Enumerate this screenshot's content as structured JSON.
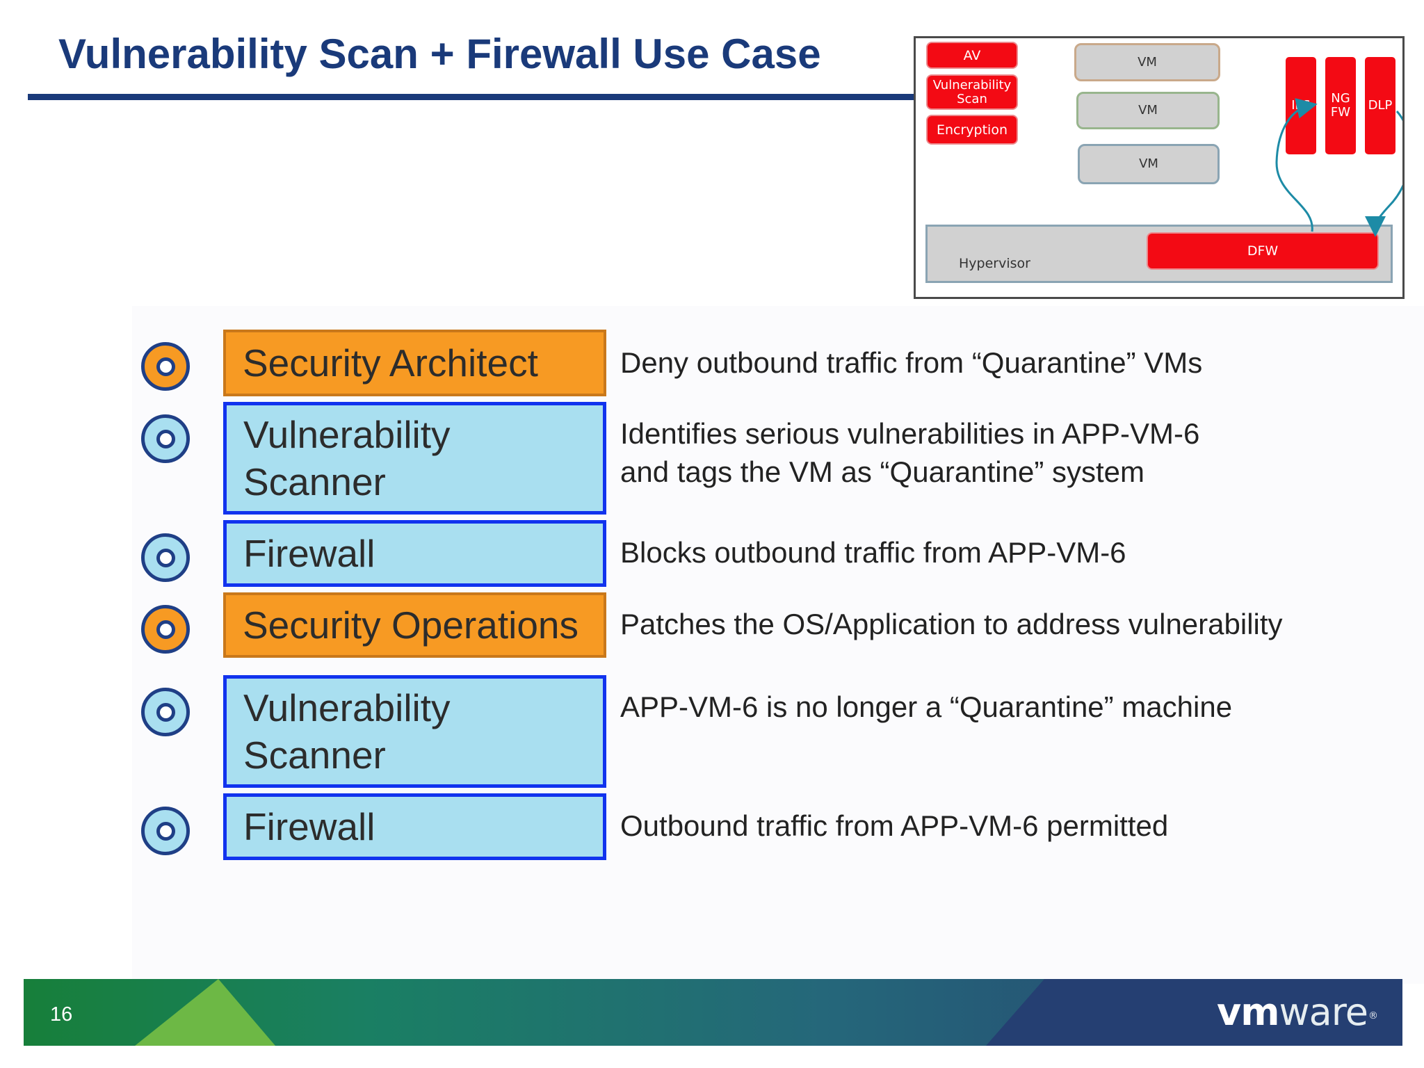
{
  "slide": {
    "title": "Vulnerability Scan + Firewall Use Case",
    "page_number": "16"
  },
  "diagram": {
    "left_services": [
      {
        "label": "AV"
      },
      {
        "label": "Vulnerability Scan"
      },
      {
        "label": "Encryption"
      }
    ],
    "vms": [
      {
        "label": "VM"
      },
      {
        "label": "VM"
      },
      {
        "label": "VM"
      }
    ],
    "right_services": [
      {
        "label": "IPS"
      },
      {
        "label": "NG FW"
      },
      {
        "label": "DLP"
      }
    ],
    "hypervisor_label": "Hypervisor",
    "dfw_label": "DFW"
  },
  "steps": [
    {
      "role": "Security Architect",
      "role_style": "orange",
      "description": "Deny outbound traffic from “Quarantine” VMs"
    },
    {
      "role": "Vulnerability\nScanner",
      "role_style": "blue",
      "description": "Identifies serious vulnerabilities in APP-VM-6\nand tags the VM as “Quarantine” system"
    },
    {
      "role": "Firewall",
      "role_style": "blue",
      "description": "Blocks outbound traffic from APP-VM-6"
    },
    {
      "role": "Security Operations",
      "role_style": "orange",
      "description": "Patches the OS/Application to address vulnerability"
    },
    {
      "role": "Vulnerability\nScanner",
      "role_style": "blue",
      "description": "APP-VM-6 is no longer a “Quarantine” machine"
    },
    {
      "role": "Firewall",
      "role_style": "blue",
      "description": "Outbound traffic from APP-VM-6 permitted"
    }
  ],
  "footer": {
    "logo": "vmware",
    "logo_vm": "vm",
    "logo_ware": "ware",
    "logo_mark": "®"
  },
  "colors": {
    "title_blue": "#1a3a7a",
    "orange": "#f79a23",
    "light_blue": "#a9dff0",
    "blue_border": "#1133ee",
    "diagram_red": "#f30a14"
  }
}
